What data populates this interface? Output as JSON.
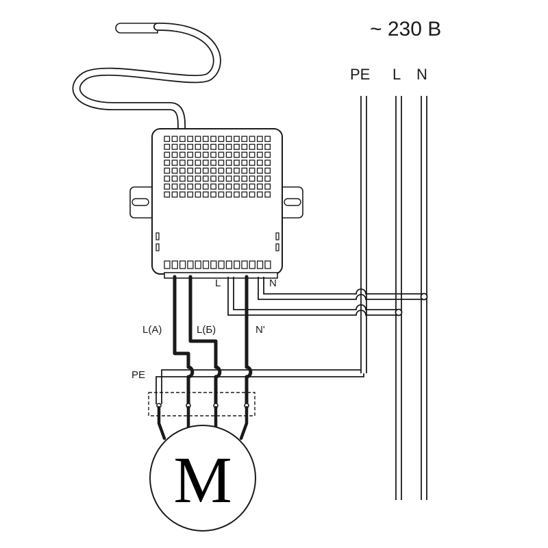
{
  "supply": {
    "voltage": "~ 230 В"
  },
  "buses": {
    "pe": "PE",
    "l": "L",
    "n": "N"
  },
  "controller": {
    "terminal_l": "L",
    "terminal_n": "N"
  },
  "wires": {
    "la": "L(A)",
    "lb": "L(Б)",
    "n_prime": "N'"
  },
  "ground": {
    "pe": "PE"
  },
  "motor": {
    "symbol": "M"
  },
  "colors": {
    "line": "#1a1a1a",
    "background": "#ffffff"
  }
}
